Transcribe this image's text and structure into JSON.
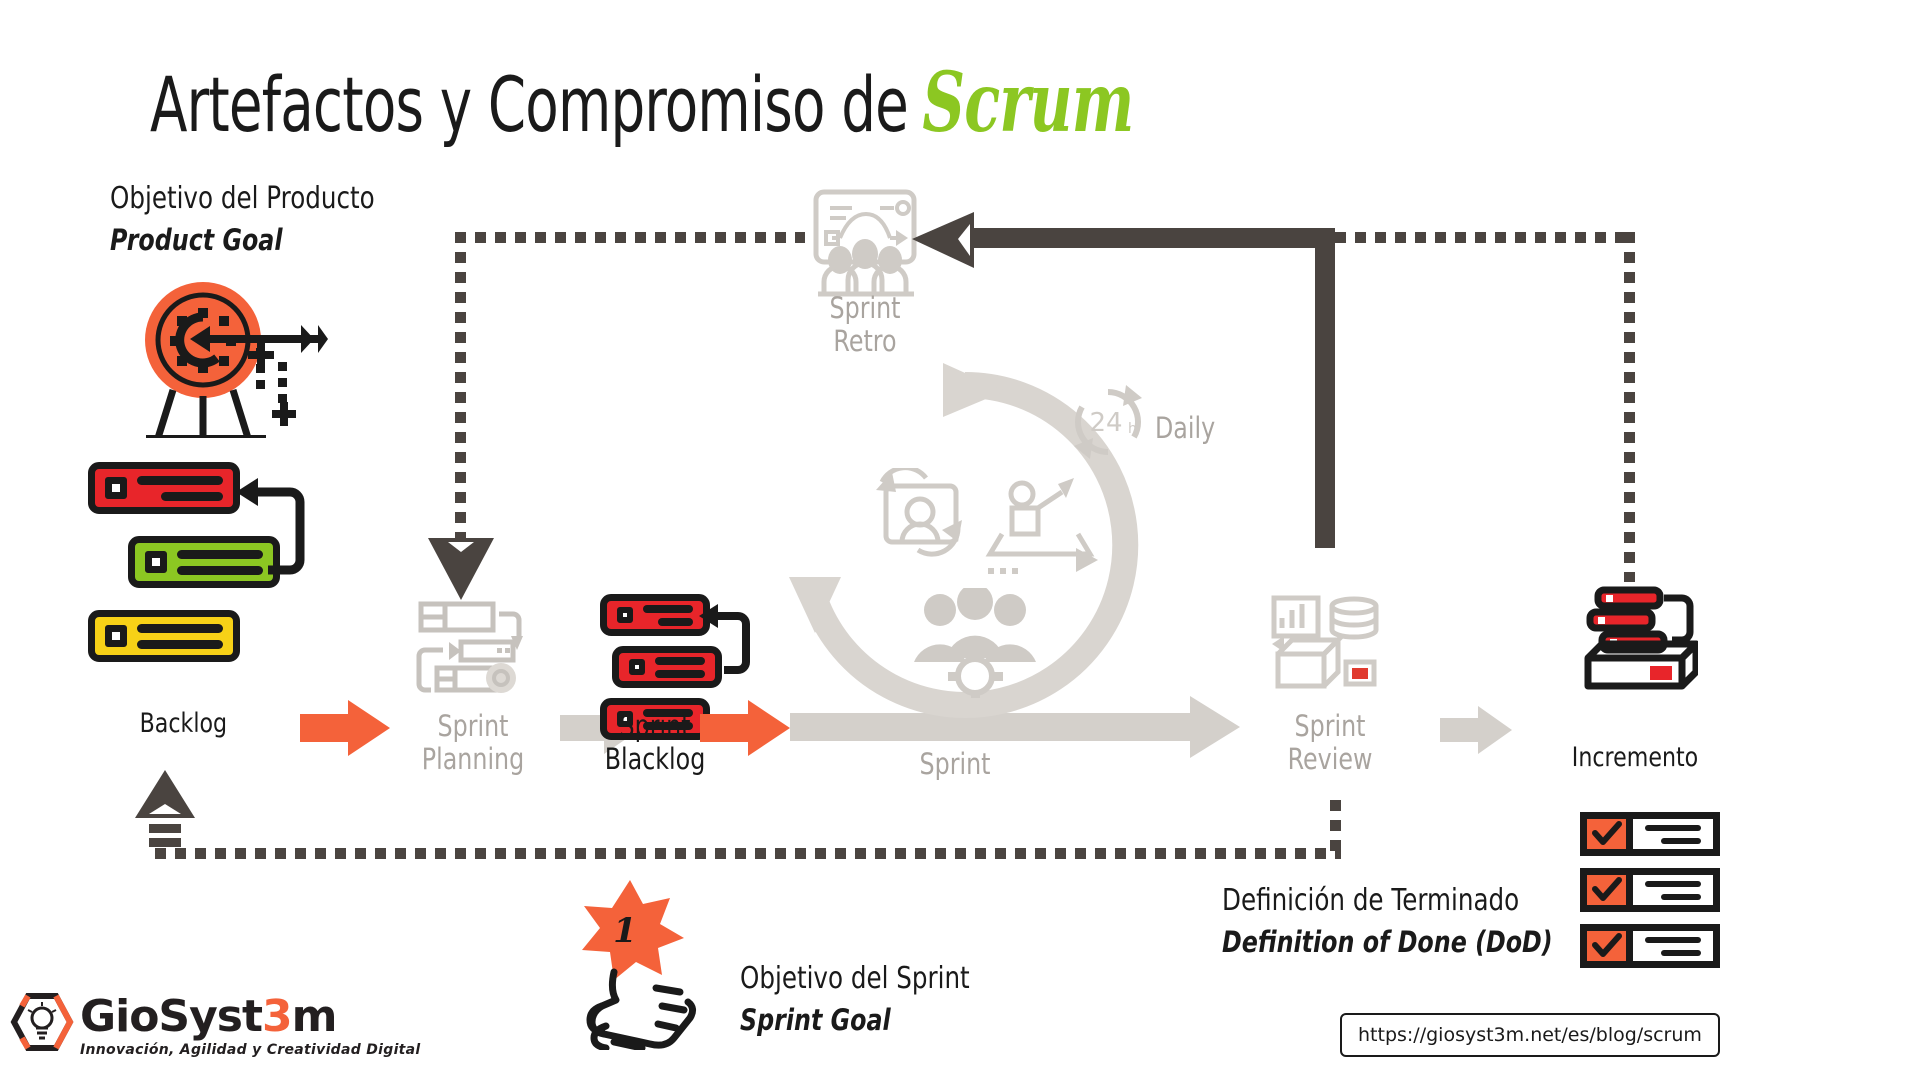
{
  "title": {
    "main": "Artefactos y Compromiso de",
    "accent": "Scrum",
    "accent_color": "#8CC722"
  },
  "palette": {
    "orange": "#F4623A",
    "red": "#E8252A",
    "green": "#8CC722",
    "yellow": "#F7D117",
    "dark": "#4a4440",
    "gray": "#a9a49f",
    "light_gray": "#d4d0cb"
  },
  "artifacts": {
    "product_goal": {
      "title_es": "Objetivo del Producto",
      "title_en": "Product Goal",
      "icon": "target-arrow-icon"
    },
    "backlog": {
      "label": "Backlog",
      "icon": "stacked-cards-icon",
      "cards": [
        {
          "color": "#E8252A",
          "name": "backlog-card-red"
        },
        {
          "color": "#8CC722",
          "name": "backlog-card-green"
        },
        {
          "color": "#F7D117",
          "name": "backlog-card-yellow"
        }
      ]
    },
    "sprint_goal": {
      "title_es": "Objetivo del Sprint",
      "title_en": "Sprint Goal",
      "icon": "thumbs-up-star-icon",
      "star_number": "1"
    },
    "definition_of_done": {
      "title_es": "Definición de Terminado",
      "title_en": "Definition of Done (DoD)",
      "icon": "checklist-icon",
      "checks": [
        "check-card-1",
        "check-card-2",
        "check-card-3"
      ]
    },
    "increment": {
      "label": "Incremento",
      "icon": "open-box-icon"
    }
  },
  "events": {
    "sprint_planning": {
      "line1": "Sprint",
      "line2": "Planning",
      "icon": "planning-board-icon",
      "style": "gray"
    },
    "sprint_backlog": {
      "line1": "Sprint",
      "line2": "Blacklog",
      "icon": "red-cards-icon",
      "style": "dark"
    },
    "sprint": {
      "label": "Sprint",
      "icon": "team-gear-icon",
      "style": "gray"
    },
    "daily": {
      "label": "Daily",
      "badge": "24",
      "badge_unit": "h",
      "icon": "cycle-24h-icon",
      "style": "gray"
    },
    "sprint_review": {
      "line1": "Sprint",
      "line2": "Review",
      "icon": "review-chart-icon",
      "style": "gray"
    },
    "sprint_retro": {
      "line1": "Sprint",
      "line2": "Retro",
      "icon": "retrospective-board-icon",
      "style": "gray"
    }
  },
  "footer": {
    "logo_text_a": "GioSyst",
    "logo_text_three": "3",
    "logo_text_b": "m",
    "logo_tagline": "Innovación, Agilidad y Creatividad Digital",
    "url": "https://giosyst3m.net/es/blog/scrum"
  }
}
